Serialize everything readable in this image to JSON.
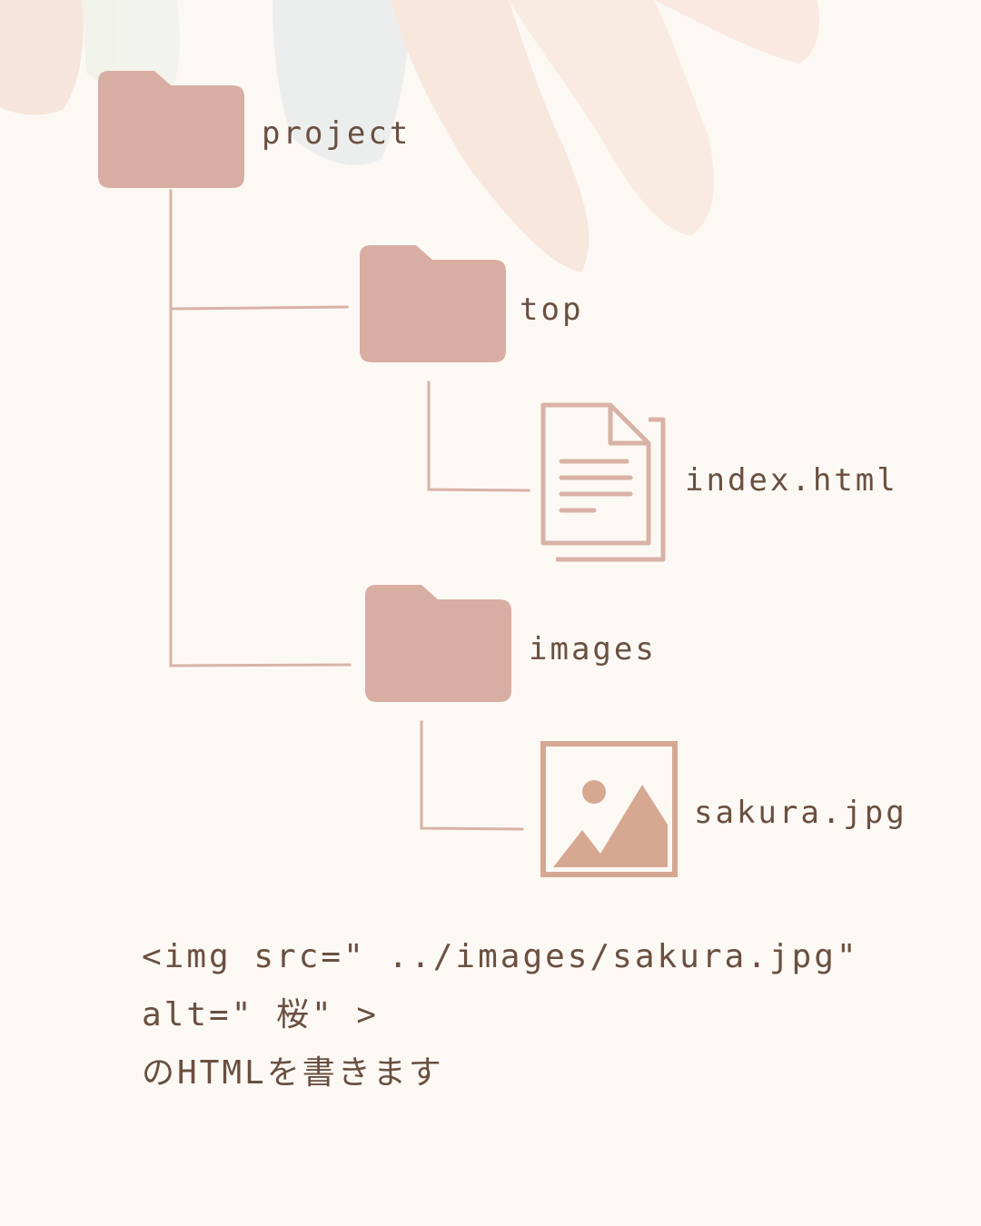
{
  "tree": {
    "root": {
      "label": "project"
    },
    "top": {
      "label": "top"
    },
    "index_file": {
      "label": "index.html"
    },
    "images": {
      "label": "images"
    },
    "image_file": {
      "label": "sakura.jpg"
    }
  },
  "caption": {
    "line1": "<img src=\" ../images/sakura.jpg\"",
    "line2": "alt=\" 桜\" >",
    "line3": "のHTMLを書きます"
  },
  "colors": {
    "background": "#fcf9f5",
    "folder": "#d8ada2",
    "line": "#d9b2a6",
    "text": "#6a4f40",
    "image_fill": "#d6a891"
  }
}
